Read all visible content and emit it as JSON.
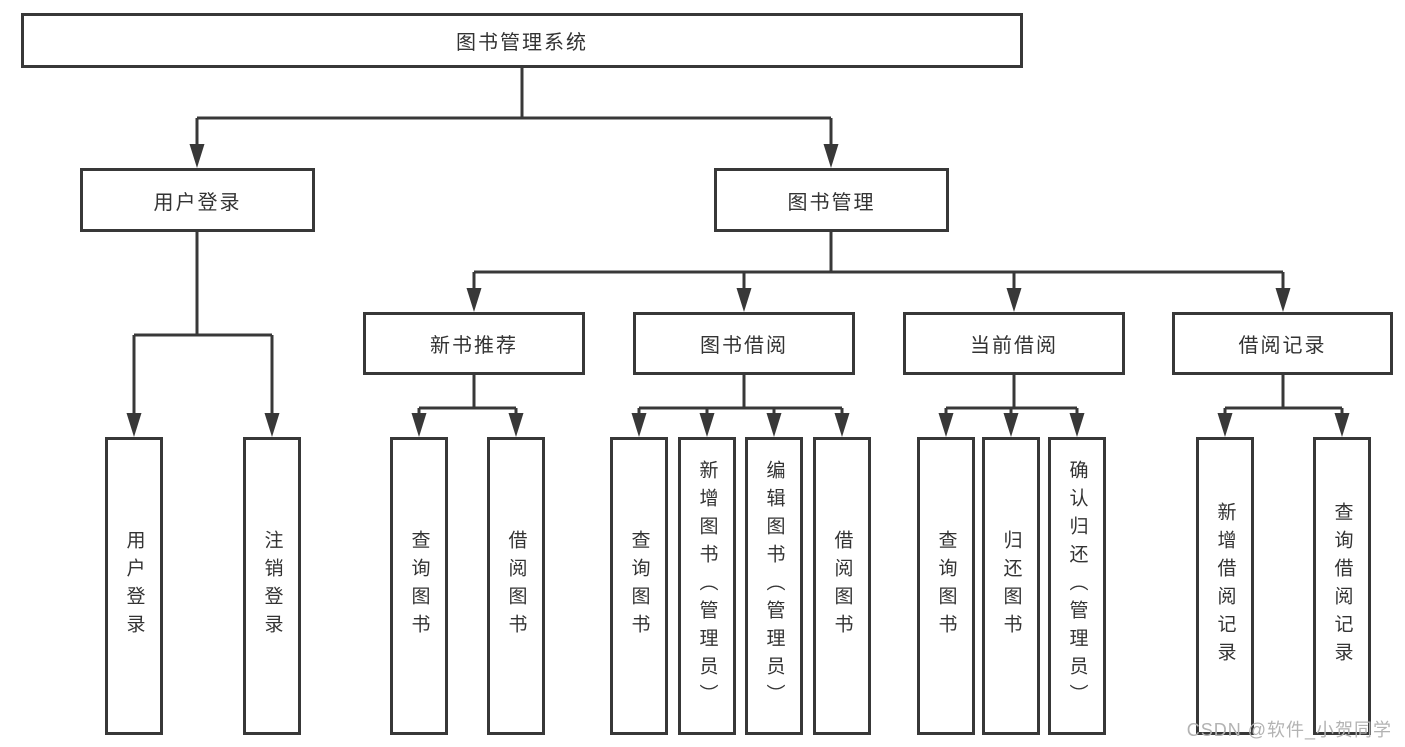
{
  "colors": {
    "line": "#383838",
    "box_border": "#383838",
    "text": "#333333",
    "watermark": "#b3b3b3",
    "background": "#ffffff"
  },
  "watermark": {
    "text": "CSDN @软件_小贺同学"
  },
  "tree": {
    "root": {
      "label": "图书管理系统",
      "children": [
        {
          "label": "用户登录",
          "children": [
            {
              "label": "用户登录"
            },
            {
              "label": "注销登录"
            }
          ]
        },
        {
          "label": "图书管理",
          "children": [
            {
              "label": "新书推荐",
              "children": [
                {
                  "label": "查询图书"
                },
                {
                  "label": "借阅图书"
                }
              ]
            },
            {
              "label": "图书借阅",
              "children": [
                {
                  "label": "查询图书"
                },
                {
                  "label": "新增图书（管理员）"
                },
                {
                  "label": "编辑图书（管理员）"
                },
                {
                  "label": "借阅图书"
                }
              ]
            },
            {
              "label": "当前借阅",
              "children": [
                {
                  "label": "查询图书"
                },
                {
                  "label": "归还图书"
                },
                {
                  "label": "确认归还（管理员）"
                }
              ]
            },
            {
              "label": "借阅记录",
              "children": [
                {
                  "label": "新增借阅记录"
                },
                {
                  "label": "查询借阅记录"
                }
              ]
            }
          ]
        }
      ]
    }
  }
}
